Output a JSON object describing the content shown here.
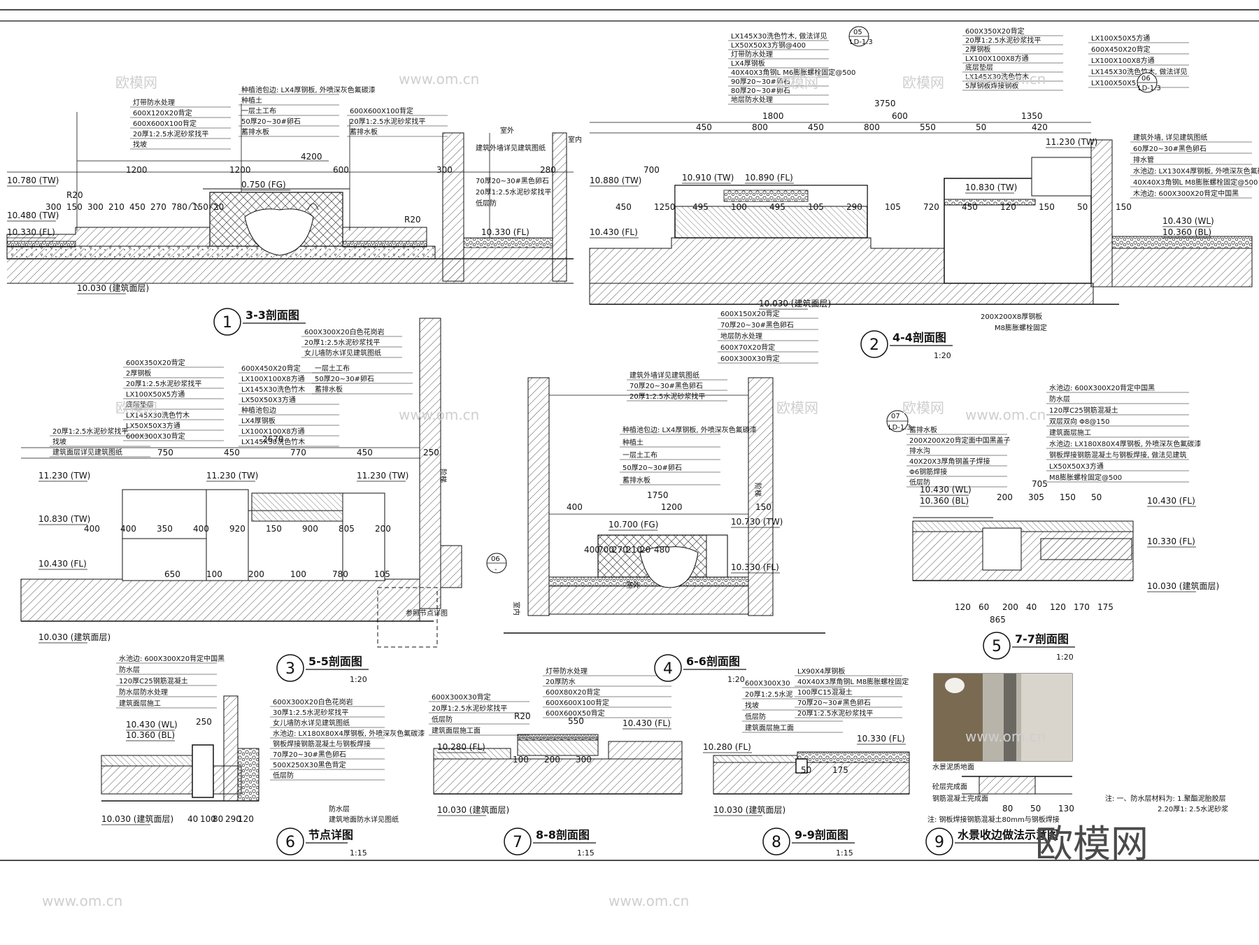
{
  "colors": {
    "line": "#111111",
    "hatch": "#555555",
    "watermark": "#cfcfcf",
    "photo_dark": "#5c5a52",
    "photo_light": "#d9d5cc"
  },
  "sections": [
    {
      "num": "1",
      "title": "3-3剖面图",
      "scale": ""
    },
    {
      "num": "2",
      "title": "4-4剖面图",
      "scale": "1:20"
    },
    {
      "num": "3",
      "title": "5-5剖面图",
      "scale": "1:20"
    },
    {
      "num": "4",
      "title": "6-6剖面图",
      "scale": "1:20"
    },
    {
      "num": "5",
      "title": "7-7剖面图",
      "scale": "1:20"
    },
    {
      "num": "6",
      "title": "节点详图",
      "scale": "1:15"
    },
    {
      "num": "7",
      "title": "8-8剖面图",
      "scale": "1:15"
    },
    {
      "num": "8",
      "title": "9-9剖面图",
      "scale": "1:15"
    },
    {
      "num": "9",
      "title": "水景收边做法示意图",
      "scale": ""
    }
  ],
  "s1": {
    "notes": [
      "灯带防水处理",
      "600X120X20背定",
      "600X600X100背定",
      "20厚1:2.5水泥砂浆找平",
      "找坡",
      "种植池包边: LX4厚钢板, 外喷深灰色氟碳漆",
      "种植土",
      "一层土工布",
      "50厚20~30#卵石",
      "蓄排水板",
      "600X600X100背定",
      "20厚1:2.5水泥砂浆找平",
      "蓄排水板",
      "建筑外墙详见建筑图纸",
      "室外",
      "室内",
      "70厚20~30#黑色卵石",
      "20厚1:2.5水泥砂浆找平",
      "低层防"
    ],
    "dims": [
      "4200",
      "1200",
      "1200",
      "600",
      "300",
      "280",
      "700",
      "300",
      "150",
      "300",
      "210",
      "450",
      "270",
      "780",
      "150",
      "20"
    ],
    "levels": [
      "10.780 (TW)",
      "10.480 (TW)",
      "10.330 (FL)",
      "0.750 (FG)",
      "10.330 (FL)",
      "10.030 (建筑面层)"
    ],
    "radii": [
      "R20",
      "R20"
    ]
  },
  "s2": {
    "notes_left": [
      "LX145X30洗色竹木, 做法详见",
      "LX50X50X3方钢@400",
      "灯带防水处理",
      "LX4厚钢板",
      "40X40X3角钢L M6膨胀螺栓固定@500",
      "90厚20~30#卵石",
      "80厚20~30#卵石",
      "地层防水处理"
    ],
    "notes_right": [
      "600X350X20背定",
      "20厚1:2.5水泥砂浆找平",
      "2厚钢板",
      "LX100X100X8方通",
      "底层垫层",
      "LX145X30洗色竹木",
      "5厚钢板焊接钢板",
      "LX100X50X5方通",
      "600X450X20背定",
      "LX100X100X8方通",
      "LX145X30洗色竹木, 做法详见",
      "LX100X50X5方通",
      "建筑外墙, 详见建筑图纸",
      "60厚20~30#黑色卵石",
      "排水管",
      "水池边: LX130X4厚钢板, 外喷深灰色氟碳漆",
      "40X40X3角钢L M8膨胀螺栓固定@500",
      "木池边: 600X300X20背定中国黑"
    ],
    "notes_bottom": [
      "600X150X20背定",
      "70厚20~30#黑色卵石",
      "地层防水处理",
      "600X70X20背定",
      "600X300X30背定",
      "200X200X8厚钢板",
      "M8膨胀螺栓固定"
    ],
    "callouts": [
      {
        "top": "05",
        "bottom": "LD-1.3"
      },
      {
        "top": "06",
        "bottom": "LD-1.3"
      }
    ],
    "dims": [
      "3750",
      "1800",
      "600",
      "1350",
      "450",
      "800",
      "450",
      "800",
      "550",
      "50",
      "420",
      "450",
      "1250",
      "495",
      "100",
      "495",
      "105",
      "290",
      "105",
      "720",
      "450",
      "120",
      "150",
      "50",
      "150"
    ],
    "levels": [
      "10.880 (TW)",
      "10.910 (TW)",
      "10.890 (FL)",
      "10.430 (FL)",
      "10.830 (TW)",
      "11.230 (TW)",
      "10.430 (WL)",
      "10.360 (BL)",
      "10.030 (建筑面层)"
    ]
  },
  "s3": {
    "notes": [
      "600X350X20背定",
      "2厚钢板",
      "20厚1:2.5水泥砂浆找平",
      "LX100X50X5方通",
      "底层垫层",
      "LX145X30洗色竹木",
      "LX50X50X3方通",
      "600X300X30背定",
      "20厚1:2.5水泥砂浆找平",
      "找坡",
      "建筑面层详见建筑图纸",
      "600X300X20白色花岗岩",
      "20厚1:2.5水泥砂浆找平",
      "女儿墙防水详见建筑图纸",
      "600X450X20背定",
      "LX100X100X8方通",
      "LX145X30洗色竹木",
      "LX50X50X3方通",
      "种植池包边",
      "LX4厚钢板",
      "LX100X100X8方通",
      "LX145X30洗色竹木",
      "一层土工布",
      "50厚20~30#卵石",
      "蓄排水板",
      "参照节点详图",
      "阶梯"
    ],
    "callout": {
      "top": "06",
      "bottom": "-"
    },
    "dims": [
      "2670",
      "750",
      "450",
      "770",
      "450",
      "250",
      "650",
      "100",
      "200",
      "100",
      "780",
      "105",
      "400",
      "400",
      "350",
      "400",
      "920",
      "150",
      "900",
      "805",
      "200"
    ],
    "levels": [
      "11.230 (TW)",
      "11.230 (TW)",
      "11.230 (TW)",
      "10.830 (TW)",
      "10.430 (FL)",
      "10.030 (建筑面层)"
    ]
  },
  "s4": {
    "notes": [
      "建筑外墙详见建筑图纸",
      "70厚20~30#黑色卵石",
      "20厚1:2.5水泥砂浆找平",
      "种植池包边: LX4厚钢板, 外喷深灰色氟碳漆",
      "种植土",
      "一层土工布",
      "50厚20~30#卵石",
      "蓄排水板",
      "室外",
      "室内",
      "阶梯"
    ],
    "dims": [
      "1750",
      "400",
      "1200",
      "150",
      "400",
      "700",
      "270",
      "210",
      "20",
      "480"
    ],
    "levels": [
      "10.700 (FG)",
      "10.730 (TW)",
      "10.330 (FL)"
    ]
  },
  "s5": {
    "notes": [
      "水池边: 600X300X20背定中国黑",
      "防水层",
      "120厚C25钢筋混凝土",
      "双层双向 Φ8@150",
      "建筑面层施工",
      "水池边: LX180X80X4厚钢板, 外喷深灰色氟碳漆",
      "钢板焊接钢筋混凝土与钢板焊接, 做法见建筑",
      "LX50X50X3方通",
      "M8膨胀螺栓固定@500",
      "蓄排水板",
      "200X200X20背定面中国黑盖子",
      "排水沟",
      "40X20X3厚角钢盖子焊接",
      "Φ6钢筋焊接",
      "低层防"
    ],
    "callout": {
      "top": "07",
      "bottom": "LD-1.3"
    },
    "dims": [
      "705",
      "200",
      "305",
      "150",
      "50",
      "865",
      "120",
      "60",
      "200",
      "40",
      "120",
      "170",
      "175"
    ],
    "levels": [
      "10.430 (WL)",
      "10.360 (BL)",
      "10.430 (FL)",
      "10.330 (FL)",
      "10.030 (建筑面层)"
    ]
  },
  "s6": {
    "notes": [
      "水池边: 600X300X20背定中国黑",
      "防水层",
      "120厚C25钢筋混凝土",
      "防水层防水处理",
      "建筑面层施工",
      "600X300X20白色花岗岩",
      "30厚1:2.5水泥砂浆找平",
      "女儿墙防水详见建筑图纸",
      "水池边: LX180X80X4厚钢板, 外喷深灰色氟碳漆",
      "钢板焊接钢筋混凝土与钢板焊接",
      "70厚20~30#黑色卵石",
      "500X250X30黑色背定",
      "低层防",
      "防水层",
      "建筑地面防水详见图纸"
    ],
    "dims": [
      "250",
      "40",
      "100",
      "80",
      "290",
      "120"
    ],
    "levels": [
      "10.430 (WL)",
      "10.360 (BL)",
      "10.030 (建筑面层)"
    ]
  },
  "s7": {
    "notes": [
      "600X300X30背定",
      "20厚1:2.5水泥砂浆找平",
      "低层防",
      "建筑面层施工面",
      "灯带防水处理",
      "20厚防水",
      "600X80X20背定",
      "600X600X100背定",
      "600X600X50背定"
    ],
    "dims": [
      "550",
      "100",
      "200",
      "300"
    ],
    "levels": [
      "10.280 (FL)",
      "10.430 (FL)",
      "10.030 (建筑面层)"
    ],
    "radii": [
      "R20"
    ]
  },
  "s8": {
    "notes": [
      "600X300X30",
      "20厚1:2.5水泥",
      "找坡",
      "低层防",
      "建筑面层施工面",
      "LX90X4厚钢板",
      "40X40X3厚角钢L M8膨胀螺栓固定",
      "100厚C15混凝土",
      "70厚20~30#黑色卵石",
      "20厚1:2.5水泥砂浆找平"
    ],
    "dims": [
      "50",
      "175"
    ],
    "levels": [
      "10.280 (FL)",
      "10.330 (FL)",
      "10.030 (建筑面层)"
    ]
  },
  "s9": {
    "notes": [
      "水景泥质地面",
      "钢筋混凝土完成面",
      "砼层完成面",
      "注: 钢板焊接钢筋混凝土80mm与钢板焊接"
    ],
    "dims": [
      "80",
      "50",
      "130"
    ],
    "legend": [
      "注: 一、防水层材料为: 1.聚酯泥胎胶层",
      "2.20厚1: 2.5水泥砂浆"
    ]
  },
  "watermarks": {
    "brand": "欧模网",
    "url": "www.om.cn",
    "big": "欧模网"
  }
}
